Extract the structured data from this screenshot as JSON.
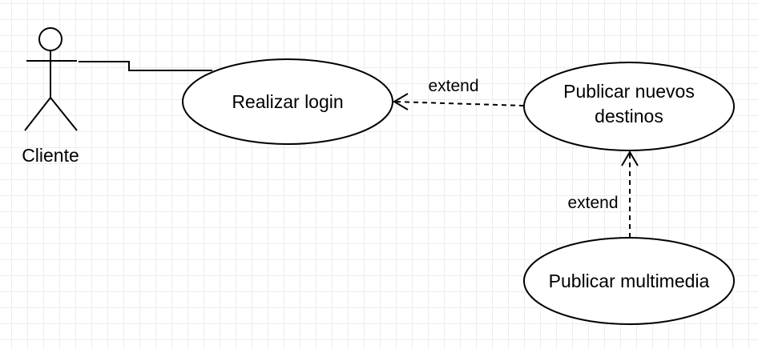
{
  "diagram": {
    "actor": {
      "name": "Cliente"
    },
    "use_cases": {
      "login": "Realizar login",
      "publicar_destinos_line1": "Publicar nuevos",
      "publicar_destinos_line2": "destinos",
      "multimedia": "Publicar multimedia"
    },
    "relations": {
      "extend_top": "extend",
      "extend_vertical": "extend"
    },
    "colors": {
      "stroke": "#000000",
      "fill": "#ffffff",
      "grid": "#ececec"
    }
  }
}
